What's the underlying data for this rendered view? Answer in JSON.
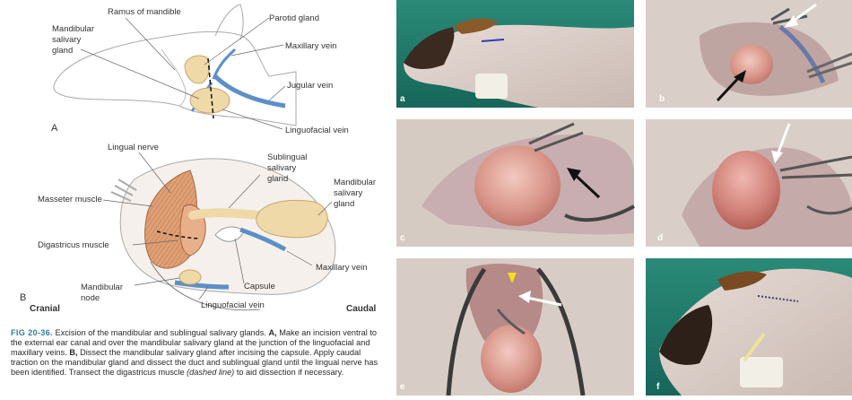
{
  "panel_a": {
    "letter": "A",
    "labels": {
      "ramus": "Ramus of mandible",
      "mandibular_gland_1": "Mandibular",
      "mandibular_gland_2": "salivary",
      "mandibular_gland_3": "gland",
      "parotid": "Parotid gland",
      "maxillary_vein": "Maxillary vein",
      "jugular_vein": "Jugular vein",
      "linguofacial_vein": "Linguofacial vein"
    }
  },
  "panel_b": {
    "letter": "B",
    "cranial": "Cranial",
    "caudal": "Caudal",
    "labels": {
      "lingual_nerve": "Lingual nerve",
      "sublingual_1": "Sublingual",
      "sublingual_2": "salivary",
      "sublingual_3": "gland",
      "mandibular_1": "Mandibular",
      "mandibular_2": "salivary",
      "mandibular_3": "gland",
      "masseter": "Masseter muscle",
      "digastricus": "Digastricus muscle",
      "maxillary_vein": "Maxillary vein",
      "mandibular_node_1": "Mandibular",
      "mandibular_node_2": "node",
      "capsule": "Capsule",
      "linguofacial_vein": "Linguofacial vein"
    }
  },
  "caption": {
    "fig_id": "FIG 20-36.",
    "text_1": "Excision of the mandibular and sublingual salivary glands.",
    "a_label": "A,",
    "text_2": "Make an incision ventral to the external ear canal and over the mandibular salivary gland at the junction of the linguofacial and maxillary veins.",
    "b_label": "B,",
    "text_3": "Dissect the mandibular salivary gland after incising the capsule. Apply caudal traction on the mandibular gland and dissect the duct and sublingual gland until the lingual nerve has been identified. Transect the digastricus muscle",
    "dashed_note": "(dashed line)",
    "text_4": "to aid dissection if necessary."
  },
  "photos": {
    "a": "a",
    "b": "b",
    "c": "c",
    "d": "d",
    "e": "e",
    "f": "f"
  },
  "colors": {
    "vein_blue": "#5b8fc8",
    "gland_tan": "#f0d9a8",
    "muscle": "#d99a6c",
    "drape_green": "#1f7a6a",
    "fig_id": "#2e7d9a"
  }
}
